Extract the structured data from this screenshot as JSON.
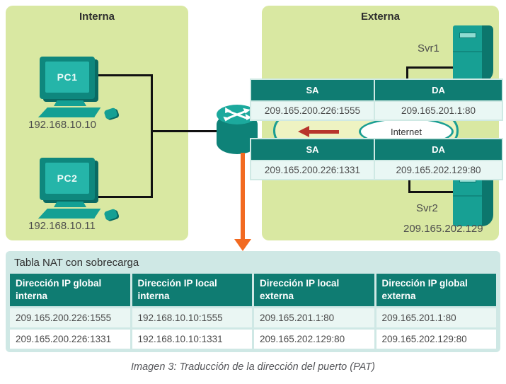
{
  "zones": {
    "interna": {
      "label": "Interna"
    },
    "externa": {
      "label": "Externa"
    }
  },
  "devices": {
    "pc1": {
      "name": "PC1",
      "ip": "192.168.10.10"
    },
    "pc2": {
      "name": "PC2",
      "ip": "192.168.10.11"
    },
    "svr1": {
      "name": "Svr1"
    },
    "svr2": {
      "name": "Svr2",
      "ip": "209.165.202.129"
    },
    "internet": {
      "label": "Internet"
    }
  },
  "packet_tables": [
    {
      "headers": [
        "SA",
        "DA"
      ],
      "sa": "209.165.200.226:1555",
      "da": "209.165.201.1:80"
    },
    {
      "headers": [
        "SA",
        "DA"
      ],
      "sa": "209.165.200.226:1331",
      "da": "209.165.202.129:80"
    }
  ],
  "nat_table": {
    "title": "Tabla NAT con sobrecarga",
    "columns": [
      "Dirección IP global interna",
      "Dirección IP local interna",
      "Dirección IP local externa",
      "Dirección IP global externa"
    ],
    "rows": [
      [
        "209.165.200.226:1555",
        "192.168.10.10:1555",
        "209.165.201.1:80",
        "209.165.201.1:80"
      ],
      [
        "209.165.200.226:1331",
        "192.168.10.10:1331",
        "209.165.202.129:80",
        "209.165.202.129:80"
      ]
    ]
  },
  "caption": "Imagen 3: Traducción de la dirección del puerto (PAT)",
  "colors": {
    "zone_bg": "#d9e8a2",
    "cisco_teal": "#14a094",
    "table_header_teal": "#0f7c72",
    "cell_light": "#e9f7f4",
    "nat_frame": "#cfe8e5",
    "arrow_orange": "#f26a21",
    "red_arrow": "#b8352c"
  }
}
